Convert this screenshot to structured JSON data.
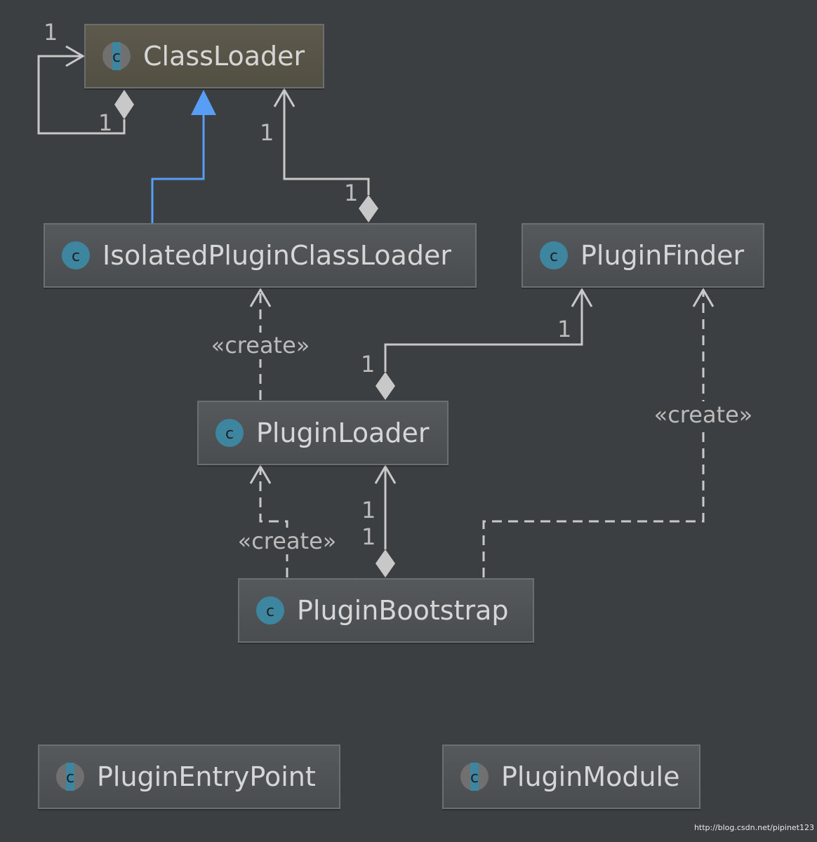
{
  "nodes": {
    "class_loader": {
      "label": "ClassLoader",
      "icon": "class-abstract-icon"
    },
    "isolated_plugin_class_loader": {
      "label": "IsolatedPluginClassLoader",
      "icon": "class-icon"
    },
    "plugin_finder": {
      "label": "PluginFinder",
      "icon": "class-icon"
    },
    "plugin_loader": {
      "label": "PluginLoader",
      "icon": "class-icon"
    },
    "plugin_bootstrap": {
      "label": "PluginBootstrap",
      "icon": "class-icon"
    },
    "plugin_entry_point": {
      "label": "PluginEntryPoint",
      "icon": "class-abstract-icon"
    },
    "plugin_module": {
      "label": "PluginModule",
      "icon": "class-abstract-icon"
    }
  },
  "edges": {
    "classloader_self": {
      "target_label": "1",
      "source_label": "1"
    },
    "isolated_to_classloader": {
      "target_label": "1",
      "source_label": "1"
    },
    "loader_to_isolated": {
      "label": "«create»"
    },
    "loader_to_finder": {
      "target_label": "1",
      "source_label": "1"
    },
    "bootstrap_to_loader_create": {
      "label": "«create»"
    },
    "bootstrap_to_loader": {
      "target_label": "1",
      "source_label": "1"
    },
    "bootstrap_to_finder": {
      "label": "«create»"
    }
  },
  "footer": {
    "watermark": "http://blog.csdn.net/pipinet123"
  },
  "colors": {
    "background": "#3c3f41",
    "edge": "#c8c8c8",
    "inheritance": "#589df6",
    "class_icon": "#3e86a0"
  }
}
